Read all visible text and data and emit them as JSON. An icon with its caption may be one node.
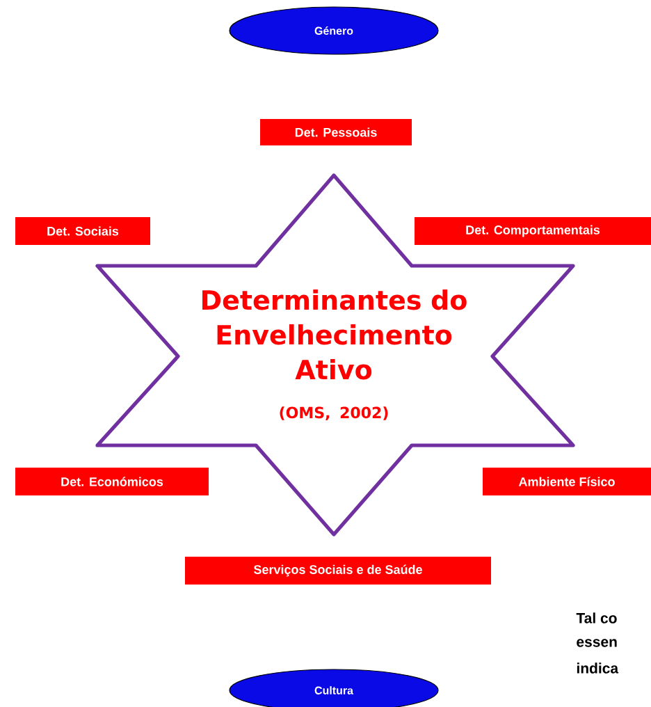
{
  "diagram": {
    "nodes": [
      {
        "text": [
          "Género"
        ]
      },
      {
        "text": [
          "Det. Pessoais"
        ]
      },
      {
        "text": [
          "Det. Sociais"
        ]
      },
      {
        "text": [
          "Det. Comportamentais"
        ]
      },
      {
        "text": [
          "Determinantes do Envelhecimento Ativo",
          "(OMS, 2002)"
        ]
      },
      {
        "text": [
          "Det. Económicos"
        ]
      },
      {
        "text": [
          "Ambiente Físico"
        ]
      },
      {
        "text": [
          "Serviços Sociais e de Saúde"
        ]
      },
      {
        "text": [
          "Cultura"
        ]
      }
    ],
    "labels": [
      "Tal co",
      "essen",
      "indica"
    ]
  }
}
